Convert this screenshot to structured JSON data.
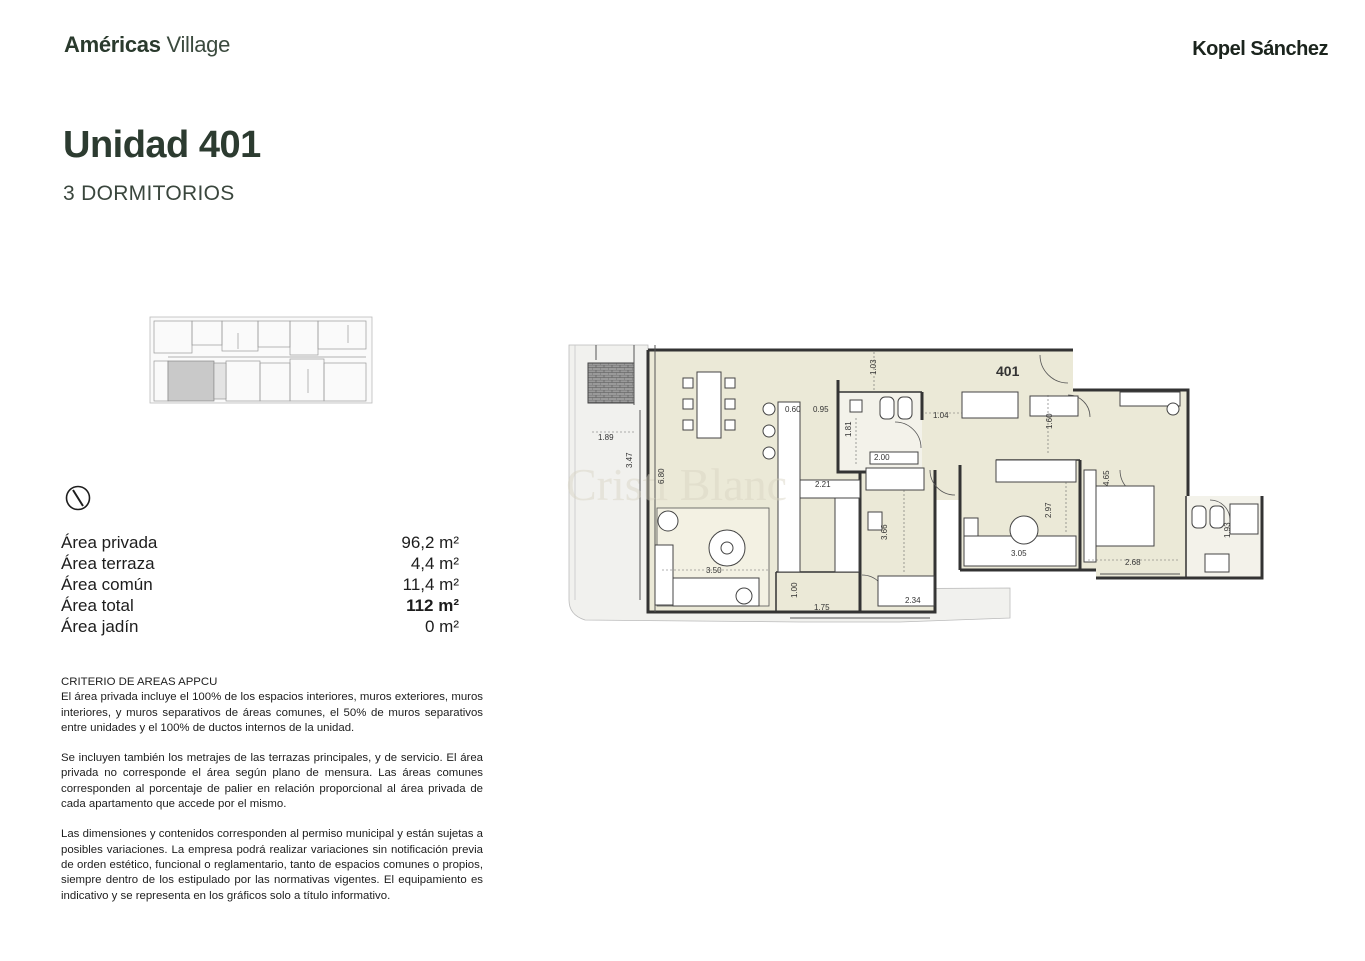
{
  "header": {
    "brand_bold": "Américas",
    "brand_light": "Village",
    "partner": "Kopel Sánchez"
  },
  "unit": {
    "title": "Unidad 401",
    "subtitle": "3 DORMITORIOS"
  },
  "areas": [
    {
      "label": "Área privada",
      "value": "96,2 m²",
      "bold": false
    },
    {
      "label": "Área terraza",
      "value": "4,4 m²",
      "bold": false
    },
    {
      "label": "Área común",
      "value": "11,4 m²",
      "bold": false
    },
    {
      "label": "Área total",
      "value": "112 m²",
      "bold": true
    },
    {
      "label": "Área jadín",
      "value": "0 m²",
      "bold": false
    }
  ],
  "criteria": {
    "heading": "CRITERIO DE AREAS APPCU",
    "p1": "El área privada incluye el 100% de los espacios interiores, muros exteriores, muros interiores, y muros separativos de áreas comunes, el 50% de muros separativos entre unidades y el 100% de ductos internos de la unidad.",
    "p2": "Se incluyen también los metrajes de las terrazas principales, y de servicio. El área privada no corresponde el área según plano de mensura. Las áreas comunes corresponden al porcentaje de palier en relación proporcional al área privada de cada apartamento que accede por el mismo.",
    "p3": "Las dimensiones y contenidos corresponden al permiso municipal y están sujetas a posibles variaciones. La empresa podrá realizar variaciones sin notificación previa de orden estético, funcional o reglamentario, tanto de espacios comunes o propios, siempre dentro de los estipulado por las normativas vigentes. El equipamiento es indicativo y se representa en los gráficos solo a título informativo."
  },
  "plan": {
    "unit_label": "401",
    "watermark": "Cristi Blanc",
    "dims": {
      "d_1_89": "1.89",
      "d_3_47": "3.47",
      "d_6_80": "6.80",
      "d_0_60": "0.60",
      "d_0_95": "0.95",
      "d_1_03": "1.03",
      "d_1_81": "1.81",
      "d_2_00": "2.00",
      "d_1_04": "1.04",
      "d_1_60": "1.60",
      "d_2_21": "2.21",
      "d_3_50": "3.50",
      "d_1_00": "1.00",
      "d_1_75": "1.75",
      "d_3_66": "3.66",
      "d_2_34": "2.34",
      "d_2_97": "2.97",
      "d_3_05": "3.05",
      "d_4_65": "4.65",
      "d_2_68": "2.68",
      "d_1_93": "1.93"
    },
    "colors": {
      "floor": "#ebe9d7",
      "terrace": "#f1f1ee",
      "wall": "#333333",
      "brick": "#7b7b7b"
    }
  },
  "icons": {
    "compass": "north-arrow-icon"
  }
}
